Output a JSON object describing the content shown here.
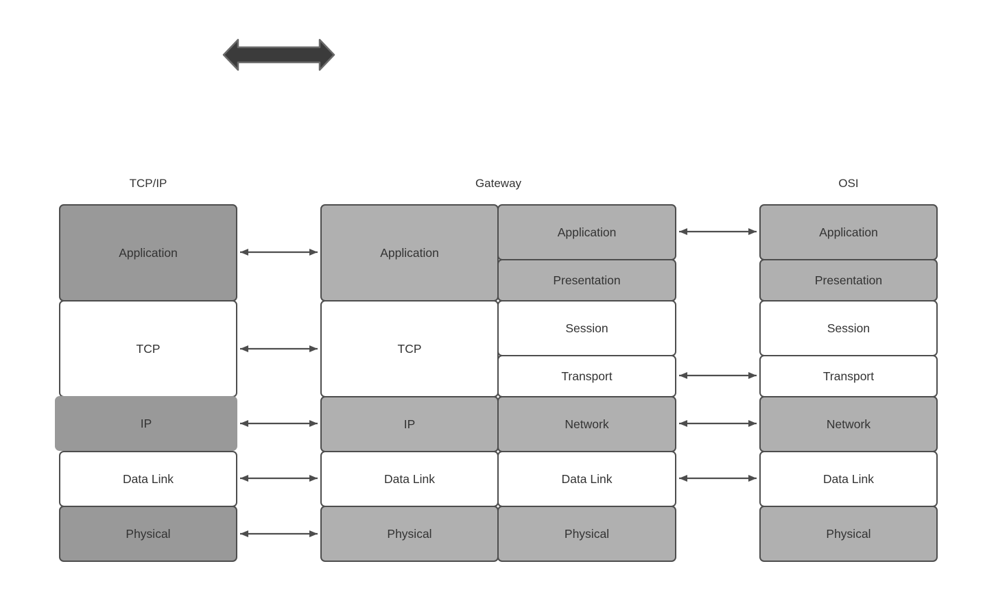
{
  "titles": {
    "tcpip": "TCP/IP",
    "gateway": "Gateway",
    "osi": "OSI"
  },
  "stacks": {
    "tcpip": [
      {
        "label": "Application",
        "tone": "dark-gray"
      },
      {
        "label": "TCP",
        "tone": "white"
      },
      {
        "label": "IP",
        "tone": "dark-gray"
      },
      {
        "label": "Data Link",
        "tone": "white"
      },
      {
        "label": "Physical",
        "tone": "dark-gray"
      }
    ],
    "gateway_left": [
      {
        "label": "Application",
        "tone": "light-gray"
      },
      {
        "label": "TCP",
        "tone": "white"
      },
      {
        "label": "IP",
        "tone": "light-gray"
      },
      {
        "label": "Data Link",
        "tone": "white"
      },
      {
        "label": "Physical",
        "tone": "light-gray"
      }
    ],
    "gateway_right": [
      {
        "label": "Application",
        "tone": "light-gray"
      },
      {
        "label": "Presentation",
        "tone": "light-gray"
      },
      {
        "label": "Session",
        "tone": "white"
      },
      {
        "label": "Transport",
        "tone": "white"
      },
      {
        "label": "Network",
        "tone": "light-gray"
      },
      {
        "label": "Data Link",
        "tone": "white"
      },
      {
        "label": "Physical",
        "tone": "light-gray"
      }
    ],
    "osi": [
      {
        "label": "Application",
        "tone": "light-gray"
      },
      {
        "label": "Presentation",
        "tone": "light-gray"
      },
      {
        "label": "Session",
        "tone": "white"
      },
      {
        "label": "Transport",
        "tone": "white"
      },
      {
        "label": "Network",
        "tone": "light-gray"
      },
      {
        "label": "Data Link",
        "tone": "white"
      },
      {
        "label": "Physical",
        "tone": "light-gray"
      }
    ]
  },
  "connectors": {
    "tcpip_to_gateway": [
      "Application",
      "TCP",
      "IP",
      "Data Link",
      "Physical"
    ],
    "gateway_to_osi": [
      "Application",
      "Transport",
      "Network",
      "Data Link"
    ],
    "style": "double-headed-arrow"
  },
  "icons": {
    "top_shape": "thick-bidirectional-arrow"
  },
  "colors": {
    "background": "#ffffff",
    "dark_gray_fill": "#999999",
    "light_gray_fill": "#b0b0b0",
    "white_fill": "#ffffff",
    "box_border": "#4d4d4d",
    "arrow_stroke": "#4d4d4d",
    "thick_arrow_fill": "#3b3b3b",
    "text": "#333333"
  }
}
